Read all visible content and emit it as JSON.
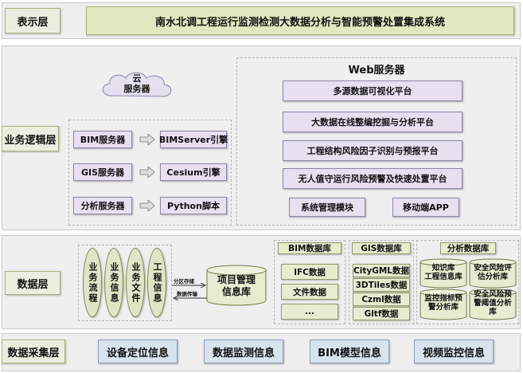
{
  "presentation": {
    "layer_label": "表示层",
    "system_title": "南水北调工程运行监测检测大数据分析与智能预警处置集成系统"
  },
  "business": {
    "layer_label": "业务逻辑层",
    "cloud_label": "云\n服务器",
    "servers": [
      {
        "name": "BIM服务器",
        "engine": "BIMServer引擎"
      },
      {
        "name": "GIS服务器",
        "engine": "Cesium引擎"
      },
      {
        "name": "分析服务器",
        "engine": "Python脚本"
      }
    ],
    "web": {
      "title": "Web服务器",
      "platforms": [
        "多源数据可视化平台",
        "大数据在线整编挖掘与分析平台",
        "工程结构风险因子识别与预报平台",
        "无人值守运行风险预警及快速处置平台"
      ],
      "modules": [
        "系统管理模块",
        "移动端APP"
      ]
    }
  },
  "data": {
    "layer_label": "数据层",
    "flows": [
      "业务流程",
      "业务信息",
      "业务文件",
      "工程信息"
    ],
    "arrow_labels": [
      "分区存储",
      "数据传输"
    ],
    "project_db": "项目管理\n信息库",
    "bim_db": {
      "title": "BIM数据库",
      "items": [
        "IFC数据",
        "文件数据",
        "..."
      ]
    },
    "gis_db": {
      "title": "GIS数据库",
      "items": [
        "CityGML数据",
        "3DTiles数据",
        "Czml数据",
        "Gltf数据"
      ]
    },
    "analysis_db": {
      "title": "分析数据库",
      "items": [
        "知识库\n工程信息库",
        "安全风险评\n估分析库",
        "监控指标预\n警分析库",
        "安全风险预\n警阈值分析\n库"
      ]
    }
  },
  "acquisition": {
    "layer_label": "数据采集层",
    "items": [
      "设备定位信息",
      "数据监测信息",
      "BIM模型信息",
      "视频监控信息"
    ]
  }
}
